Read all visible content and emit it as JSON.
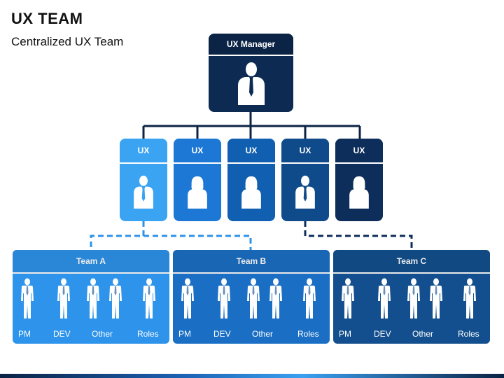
{
  "header": {
    "title": "UX TEAM",
    "subtitle": "Centralized UX Team"
  },
  "manager": {
    "label": "UX Manager",
    "icon": "businessman-icon"
  },
  "ux_members": [
    {
      "label": "UX",
      "icon": "businessman-icon",
      "color": "#3aa3f2"
    },
    {
      "label": "UX",
      "icon": "businesswoman-icon",
      "color": "#1c78d4"
    },
    {
      "label": "UX",
      "icon": "businesswoman-icon",
      "color": "#115fb0"
    },
    {
      "label": "UX",
      "icon": "businessman-icon",
      "color": "#0f4a8a"
    },
    {
      "label": "UX",
      "icon": "businesswoman-icon",
      "color": "#0d2e5a"
    }
  ],
  "teams": [
    {
      "label": "Team A",
      "color": "#2e93ea",
      "roles": [
        "PM",
        "DEV",
        "Other",
        "Roles"
      ]
    },
    {
      "label": "Team B",
      "color": "#1a6fc4",
      "roles": [
        "PM",
        "DEV",
        "Other",
        "Roles"
      ]
    },
    {
      "label": "Team C",
      "color": "#134f8e",
      "roles": [
        "PM",
        "DEV",
        "Other",
        "Roles"
      ]
    }
  ],
  "colors": {
    "line": "#0b2344",
    "dashed_a": "#2e93ea",
    "dashed_c": "#0d2e5a"
  }
}
